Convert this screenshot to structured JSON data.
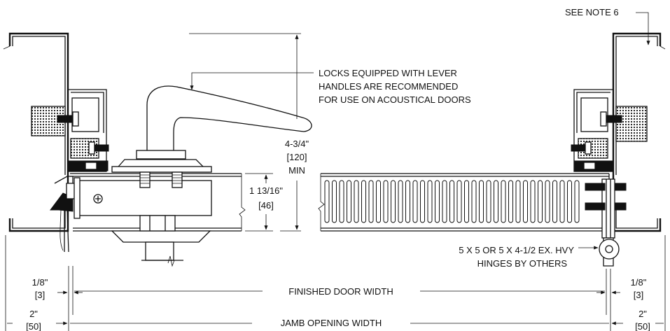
{
  "annotations": {
    "see_note": "SEE NOTE 6",
    "locks_note": [
      "LOCKS EQUIPPED WITH LEVER",
      "HANDLES ARE RECOMMENDED",
      "FOR USE ON ACOUSTICAL DOORS"
    ],
    "hinges_note": [
      "5 X 5 OR 5 X 4-1/2 EX. HVY",
      "HINGES BY OTHERS"
    ]
  },
  "dimensions": {
    "lever_height": [
      "4-3/4\"",
      "[120]",
      "MIN"
    ],
    "door_thickness": [
      "1 13/16\"",
      "[46]"
    ],
    "clearance_left": [
      "1/8\"",
      "[3]"
    ],
    "clearance_right": [
      "1/8\"",
      "[3]"
    ],
    "jamb_left": [
      "2\"",
      "[50]"
    ],
    "jamb_right": [
      "2\"",
      "[50]"
    ],
    "finished_door_width": "FINISHED DOOR WIDTH",
    "jamb_opening_width": "JAMB OPENING WIDTH"
  }
}
